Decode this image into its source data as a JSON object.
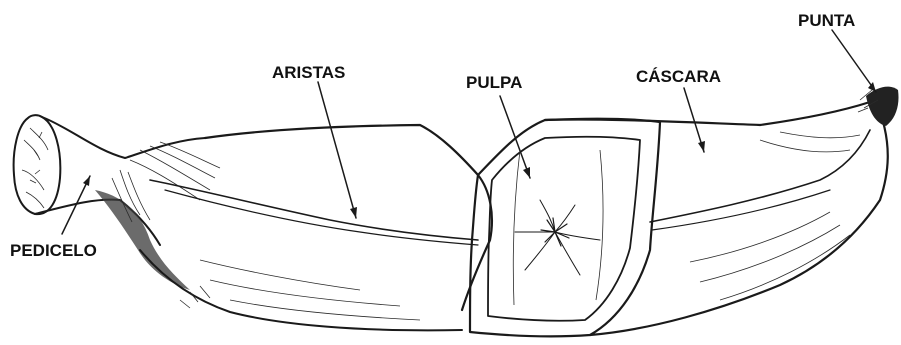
{
  "diagram": {
    "labels": {
      "punta": "PUNTA",
      "aristas": "ARISTAS",
      "pulpa": "PULPA",
      "cascara": "CÁSCARA",
      "pedicelo": "PEDICELO"
    }
  }
}
